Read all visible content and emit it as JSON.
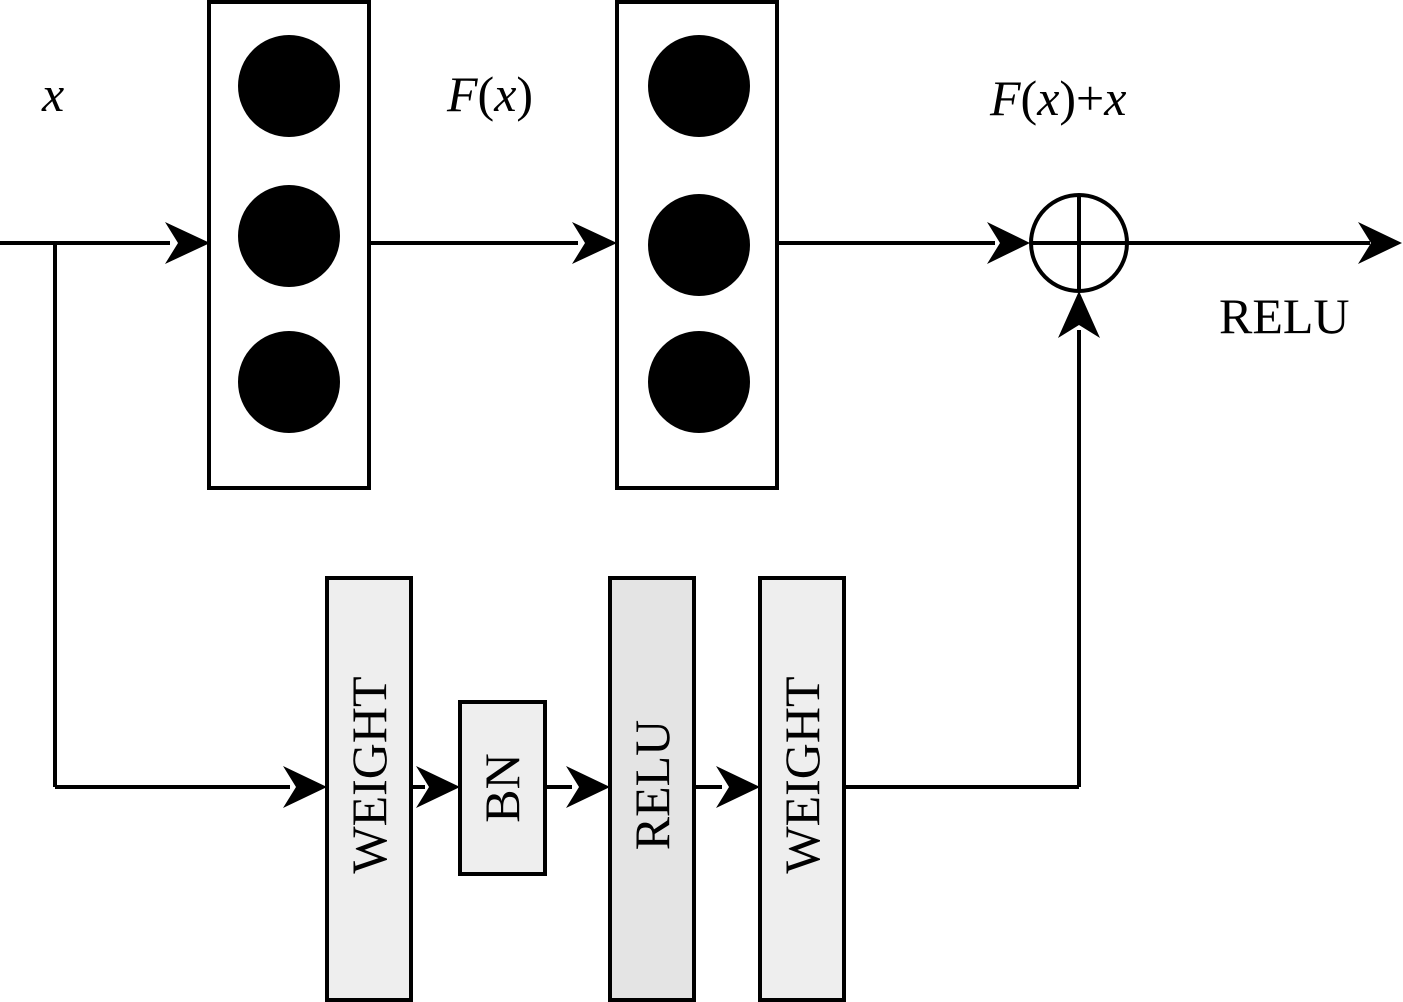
{
  "labels": {
    "input": "x",
    "hidden_f": "F",
    "hidden_paren_open": "(",
    "hidden_x": "x",
    "hidden_paren_close": ")",
    "sum_f": "F",
    "sum_paren_open": "(",
    "sum_x1": "x",
    "sum_paren_close": ")+",
    "sum_x2": "x",
    "output_activation": "RELU"
  },
  "blocks": [
    {
      "id": "weight-1",
      "label": "WEIGHT"
    },
    {
      "id": "bn",
      "label": "BN"
    },
    {
      "id": "relu",
      "label": "RELU"
    },
    {
      "id": "weight-2",
      "label": "WEIGHT"
    }
  ],
  "colors": {
    "stroke": "#000000",
    "neuron_fill": "#000000",
    "block_fill_light": "#eeeeee",
    "block_fill_relu": "#e4e4e4",
    "background": "#ffffff"
  }
}
